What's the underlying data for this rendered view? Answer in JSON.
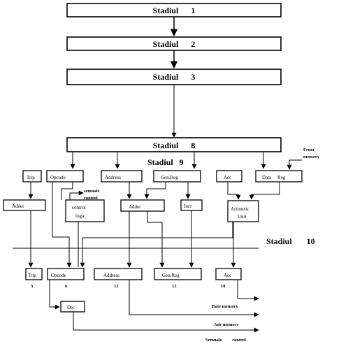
{
  "stages": {
    "s1": "Stadiul      1",
    "s2": "Stadiul      2",
    "s3": "Stadiul      3",
    "s8": "Stadiul      8",
    "s9": "Stadiul   9",
    "s10": "Stadiul       10"
  },
  "row9": {
    "trip": "Trip",
    "opcode": "Opcode",
    "address": "Address",
    "genreg": "Gen.Reg",
    "acc": "Acc",
    "datareg": "Data     Reg",
    "from_memory_1": "From",
    "from_memory_2": "memory"
  },
  "middle": {
    "adder_left": "Adder",
    "control_logic_1": "control",
    "control_logic_2": "logic",
    "semnale_control_1": "semnale",
    "semnale_control_2": "control",
    "adder_mid": "Adder",
    "incr": "Incr",
    "alu_1": "Artimetic",
    "alu_2": "Unit"
  },
  "row10": {
    "trip": "Trip",
    "opcode": "Opcode",
    "address": "Address",
    "genreg": "Gen.Reg",
    "acc": "Acc",
    "w_trip": "3",
    "w_opcode": "6",
    "w_address": "12",
    "w_genreg": "12",
    "w_acc": "18"
  },
  "bottom": {
    "dec": "Dec",
    "data_memory": "Date memory",
    "adr_memory": "Adr memory",
    "semnale_control": "Semnale         control"
  }
}
